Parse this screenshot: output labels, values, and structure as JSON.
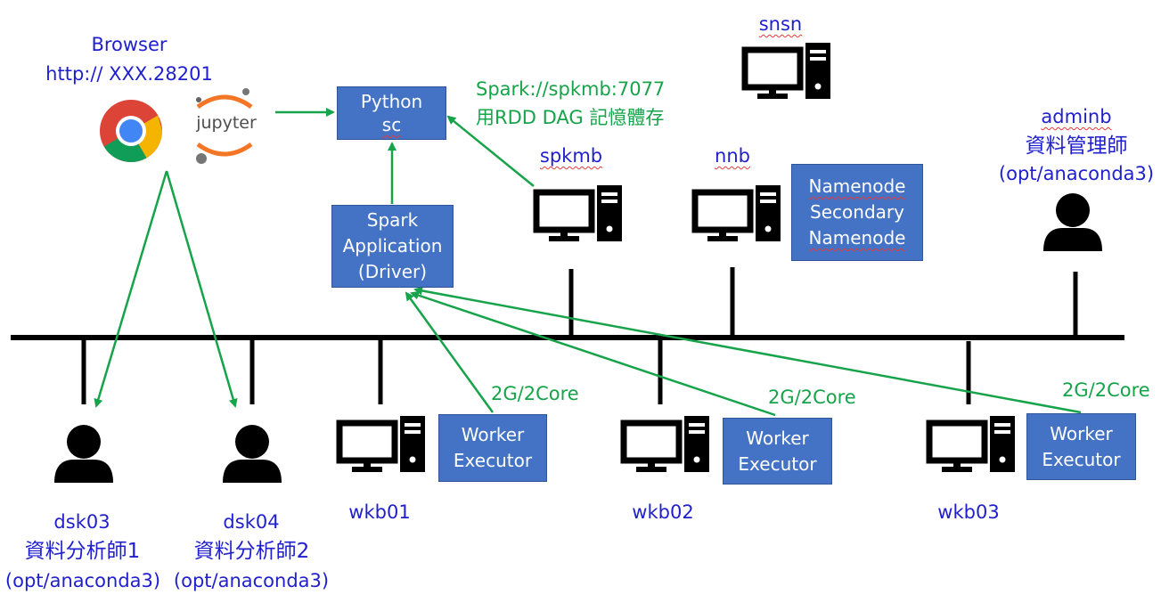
{
  "browser": {
    "title": "Browser",
    "url": "http:// XXX.28201",
    "chrome_icon": "chrome-icon",
    "jupyter_icon": "jupyter-icon",
    "jupyter_text": "jupyter"
  },
  "python_box": {
    "line1": "Python",
    "line2": "sc"
  },
  "spark_url": {
    "line1": "Spark://spkmb:7077",
    "line2": "用RDD DAG 記憶體存"
  },
  "driver_box": {
    "line1": "Spark",
    "line2": "Application",
    "line3": "(Driver)"
  },
  "nodes": {
    "snsn": "snsn",
    "spkmb": "spkmb",
    "nnb": "nnb",
    "wkb01": "wkb01",
    "wkb02": "wkb02",
    "wkb03": "wkb03"
  },
  "namenode_box": {
    "line1": "Namenode",
    "line2": "Secondary",
    "line3": "Namenode"
  },
  "admin": {
    "name": "adminb",
    "role": "資料管理師",
    "path": "(opt/anaconda3)"
  },
  "users": [
    {
      "name": "dsk03",
      "role": "資料分析師1",
      "path": "(opt/anaconda3)"
    },
    {
      "name": "dsk04",
      "role": "資料分析師2",
      "path": "(opt/anaconda3)"
    }
  ],
  "workers": [
    {
      "line1": "Worker",
      "line2": "Executor",
      "resource": "2G/2Core"
    },
    {
      "line1": "Worker",
      "line2": "Executor",
      "resource": "2G/2Core"
    },
    {
      "line1": "Worker",
      "line2": "Executor",
      "resource": "2G/2Core"
    }
  ],
  "colors": {
    "label_blue": "#1f1fce",
    "arrow_green": "#17a34a",
    "box_blue": "#4472c4"
  }
}
